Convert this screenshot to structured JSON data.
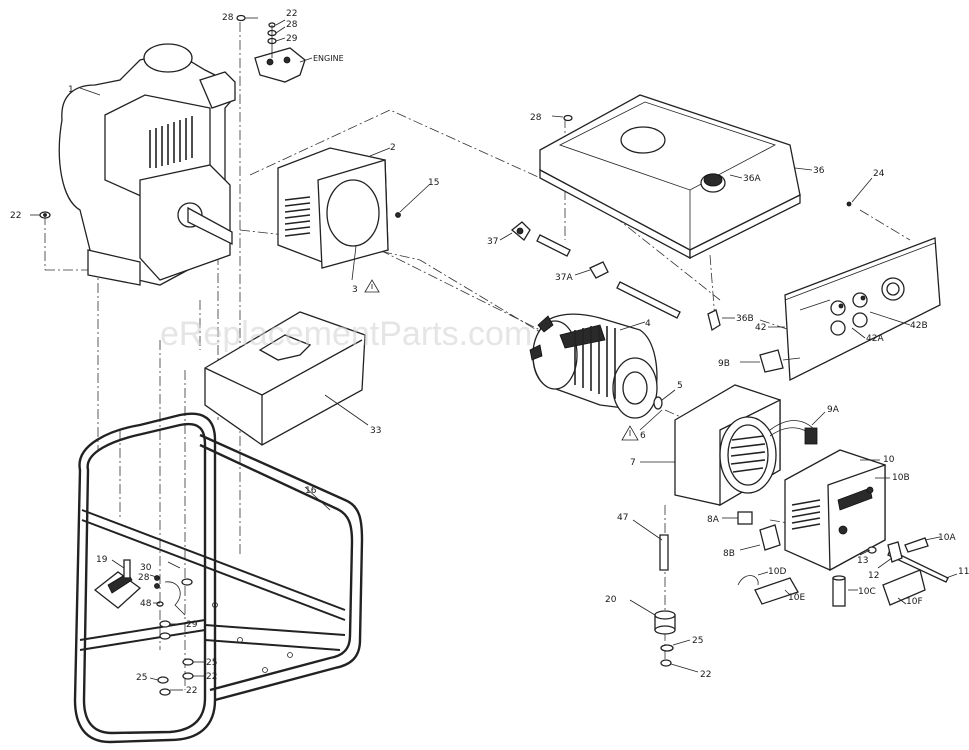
{
  "watermark": "eReplacementParts.com",
  "labels": {
    "l1": "1",
    "l2": "2",
    "l3": "3",
    "l4": "4",
    "l5": "5",
    "l6": "6",
    "l7": "7",
    "l8a": "8A",
    "l8b": "8B",
    "l9a": "9A",
    "l9b": "9B",
    "l10": "10",
    "l10a": "10A",
    "l10b": "10B",
    "l10c": "10C",
    "l10d": "10D",
    "l10e": "10E",
    "l10f": "10F",
    "l11": "11",
    "l12": "12",
    "l13": "13",
    "l15": "15",
    "l16": "16",
    "l19": "19",
    "l20": "20",
    "l22_top": "22",
    "l22_left": "22",
    "l22_frame": "22",
    "l22_bottom": "22",
    "l22_foot": "22",
    "l24": "24",
    "l25_frame": "25",
    "l25_foot": "25",
    "l25_left": "25",
    "l28_top": "28",
    "l28_a": "28",
    "l28_frame": "28",
    "l28_tank": "28",
    "l29_top": "29",
    "l29_frame": "29",
    "l30": "30",
    "l33": "33",
    "l36": "36",
    "l36a": "36A",
    "l36b": "36B",
    "l37": "37",
    "l37a": "37A",
    "l42": "42",
    "l42a": "42A",
    "l42b": "42B",
    "l47": "47",
    "l48": "48",
    "engine": "ENGINE"
  }
}
